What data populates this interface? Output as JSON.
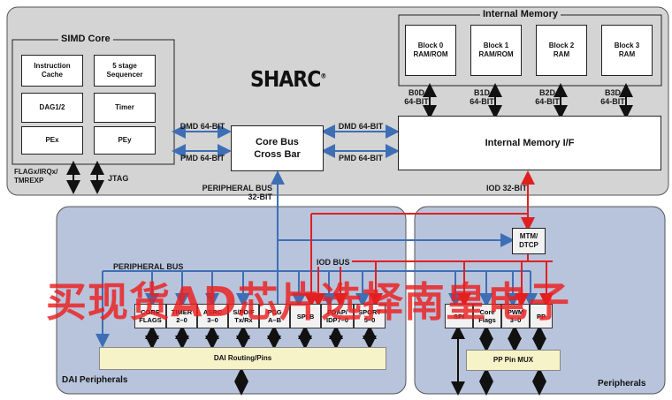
{
  "sections": {
    "simd_core": "SIMD Core",
    "internal_memory": "Internal Memory",
    "dai_peripherals": "DAI Peripherals",
    "peripherals": "Peripherals"
  },
  "logo": {
    "text": "SHARC",
    "mark": "®"
  },
  "simd_blocks": {
    "icache": "Instruction\nCache",
    "sequencer": "5 stage\nSequencer",
    "dag": "DAG1/2",
    "timer": "Timer",
    "pex": "PEx",
    "pey": "PEy"
  },
  "memory_blocks": [
    {
      "label": "Block 0\nRAM/ROM",
      "bus": "B0D\n64-BIT"
    },
    {
      "label": "Block 1\nRAM/ROM",
      "bus": "B1D\n64-BIT"
    },
    {
      "label": "Block 2\nRAM",
      "bus": "B2D\n64-BIT"
    },
    {
      "label": "Block 3\nRAM",
      "bus": "B3D\n64-BIT"
    }
  ],
  "core_bus": "Core Bus\nCross Bar",
  "internal_memory_if": "Internal Memory I/F",
  "bus_labels": {
    "dmd_left": "DMD 64-BIT",
    "pmd_left": "PMD 64-BIT",
    "dmd_right": "DMD 64-BIT",
    "pmd_right": "PMD 64-BIT",
    "flags": "FLAGx/IRQx/\nTMREXP",
    "jtag": "JTAG",
    "peripheral_bus_32": "PERIPHERAL BUS\n32-BIT",
    "iod_32": "IOD 32-BIT",
    "peripheral_bus": "PERIPHERAL BUS",
    "iod_bus": "IOD BUS"
  },
  "mtm": "MTM/\nDTCP",
  "dai_modules": [
    "CORE\nFLAGS",
    "TIMER\n2–0",
    "ASRC\n3–0",
    "S/PDIF\nTx/Rx",
    "PCG\nA–B",
    "SPI B",
    "PDAP/\nIDP7–0",
    "SPORT\n5–0"
  ],
  "dai_routing": "DAI Routing/Pins",
  "periph_modules": [
    "SPI",
    "Core\nFlags",
    "PWM\n3–0",
    "PP"
  ],
  "pp_mux": "PP Pin MUX",
  "watermark": "买现货AD芯片选择南皇电子",
  "colors": {
    "blue": "#3e6fb5",
    "red": "#e02020",
    "panel_gray": "#d4d4d4",
    "panel_blue": "#b8c4dc",
    "routing_yellow": "#f7f3c8"
  }
}
